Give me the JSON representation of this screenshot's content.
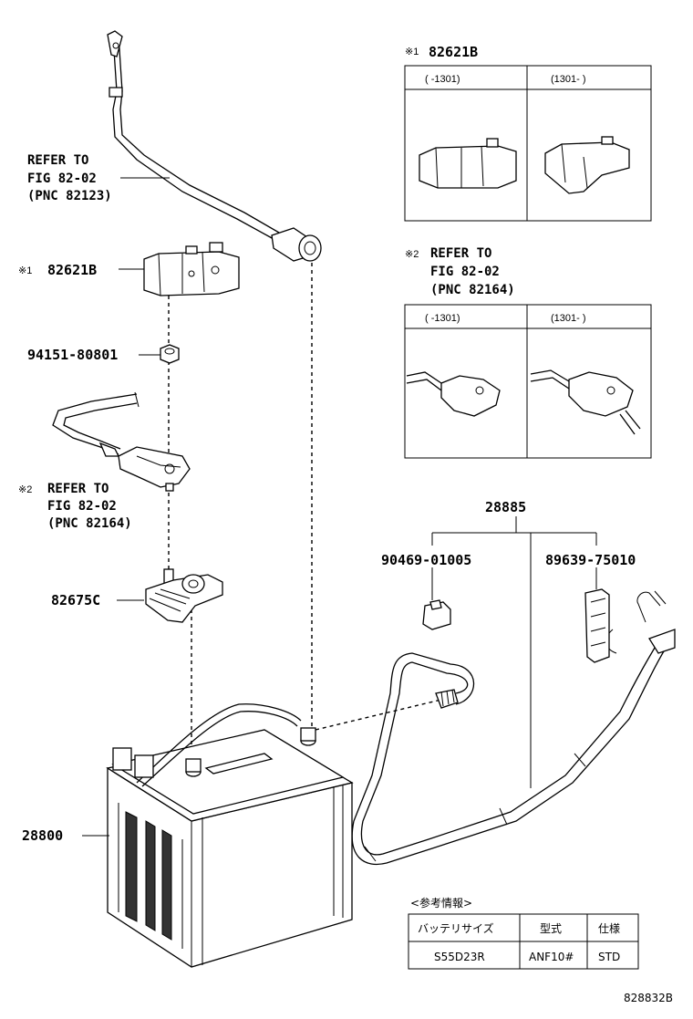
{
  "labels": {
    "refer_top_line1": "REFER TO",
    "refer_top_line2": "FIG 82-02",
    "refer_top_line3": "(PNC 82123)",
    "left_82621b_mark": "※1",
    "left_82621b": "82621B",
    "nut_94151": "94151-80801",
    "refer_mid_mark": "※2",
    "refer_mid_line1": "REFER TO",
    "refer_mid_line2": "FIG 82-02",
    "refer_mid_line3": "(PNC 82164)",
    "clamp_82675c": "82675C",
    "battery_28800": "28800",
    "kit_28885": "28885",
    "plug_90469": "90469-01005",
    "tube_89639": "89639-75010",
    "diagram_code": "828832B"
  },
  "inset1": {
    "mark": "※1",
    "title": "82621B",
    "col_left": "(      -1301)",
    "col_right": "(1301-      )"
  },
  "inset2": {
    "mark": "※2",
    "title_line1": "REFER TO",
    "title_line2": "FIG 82-02",
    "title_line3": "(PNC 82164)",
    "col_left": "(      -1301)",
    "col_right": "(1301-      )"
  },
  "reference_table": {
    "caption": "<参考情報>",
    "headers": [
      "バッテリサイズ",
      "型式",
      "仕様"
    ],
    "row": [
      "S55D23R",
      "ANF10#",
      "STD"
    ]
  }
}
